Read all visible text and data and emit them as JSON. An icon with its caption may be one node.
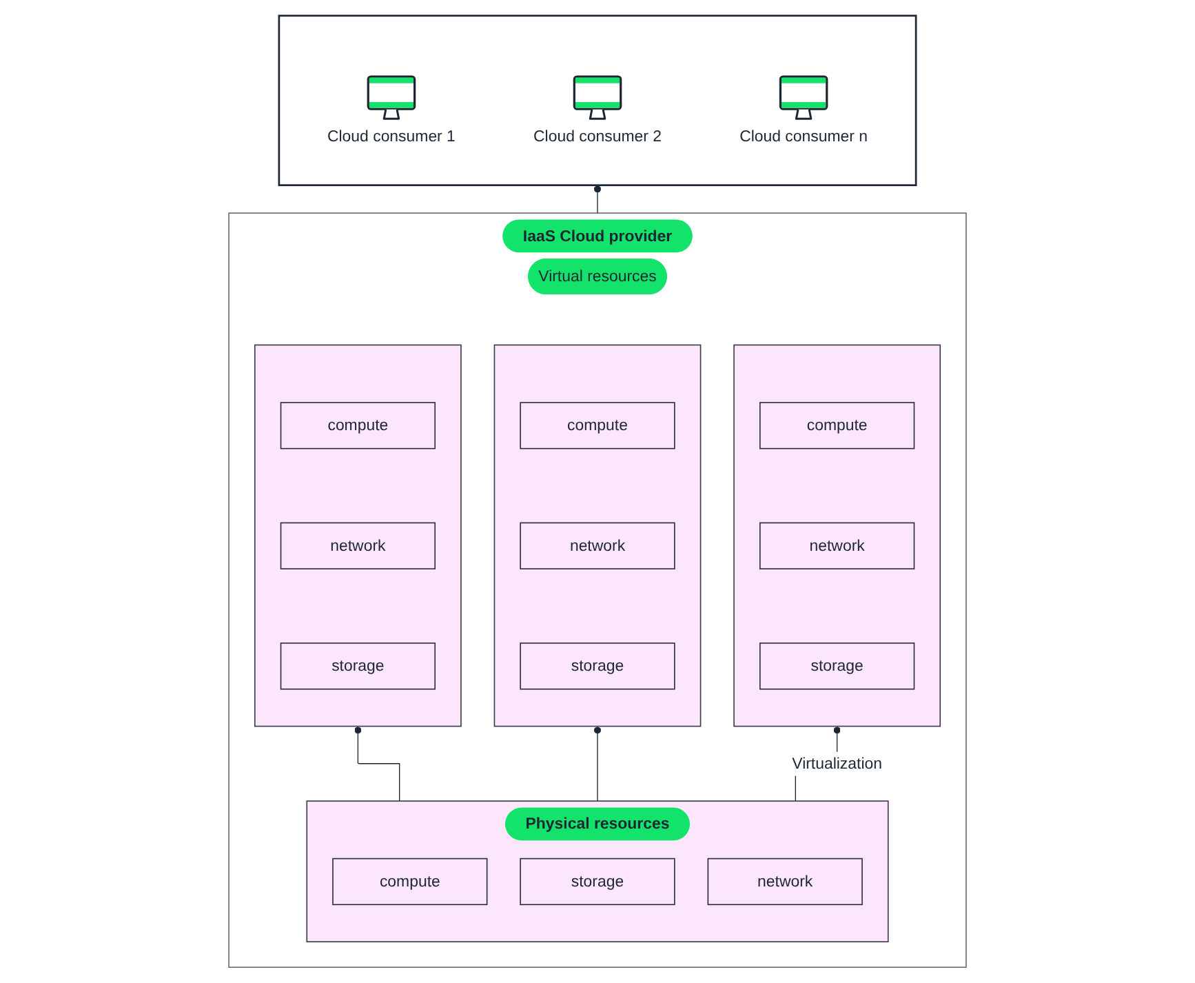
{
  "diagram": {
    "nodes": [
      {
        "text": [],
        "shape": "box"
      },
      {
        "text": [
          "Cloud consumer 1"
        ],
        "in": 0
      },
      {
        "text": [
          "Cloud consumer 2"
        ],
        "in": 0
      },
      {
        "text": [
          "Cloud consumer n"
        ],
        "in": 0
      },
      {
        "text": [
          "IaaS Cloud provider"
        ]
      },
      {
        "text": [
          "Virtual resources"
        ],
        "in": 4
      },
      {
        "text": [],
        "shape": "box",
        "in": 4
      },
      {
        "text": [
          "compute"
        ],
        "in": 6
      },
      {
        "text": [
          "network"
        ],
        "in": 6
      },
      {
        "text": [
          "storage"
        ],
        "in": 6
      },
      {
        "text": [],
        "shape": "box",
        "in": 4
      },
      {
        "text": [
          "compute"
        ],
        "in": 10
      },
      {
        "text": [
          "network"
        ],
        "in": 10
      },
      {
        "text": [
          "storage"
        ],
        "in": 10
      },
      {
        "text": [],
        "shape": "box",
        "in": 4
      },
      {
        "text": [
          "compute"
        ],
        "in": 14
      },
      {
        "text": [
          "network"
        ],
        "in": 14
      },
      {
        "text": [
          "storage"
        ],
        "in": 14
      },
      {
        "text": [
          "Physical resources"
        ],
        "in": 4
      },
      {
        "text": [
          "compute"
        ],
        "in": 18
      },
      {
        "text": [
          "storage"
        ],
        "in": 18
      },
      {
        "text": [
          "network"
        ],
        "in": 18
      }
    ],
    "edges": [
      {
        "from": 0,
        "to": 4,
        "arrow": "other"
      },
      {
        "from": 6,
        "to": 18,
        "arrow": "other"
      },
      {
        "from": 10,
        "to": 18,
        "arrow": "other"
      },
      {
        "from": 14,
        "to": 18,
        "arrow": "other",
        "label": "Virtualization"
      }
    ]
  }
}
